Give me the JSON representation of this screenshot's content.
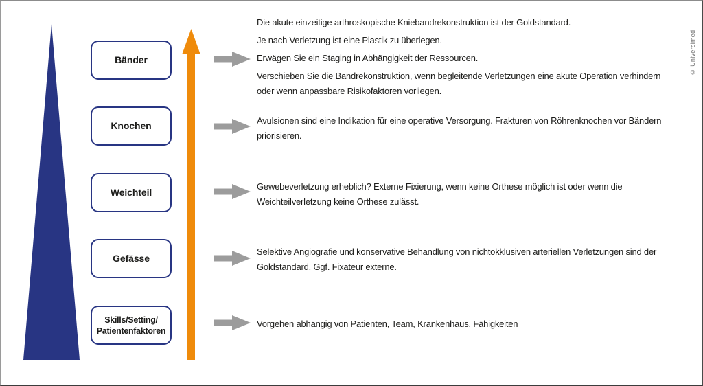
{
  "copyright_label": "© Universimed",
  "colors": {
    "navy": "#283583",
    "orange": "#EF8B0B",
    "arrow_gray": "#9C9C9C",
    "text": "#1D1D1B",
    "frame_gray": "#8C8C8C",
    "frame_dark": "#3C3C3C"
  },
  "rows": [
    {
      "id": "baender",
      "label_lines": [
        "Bänder"
      ],
      "paragraphs": [
        [
          "Die akute einzeitige arthroskopische Kniebandrekonstruktion ist der Goldstandard."
        ],
        [
          "Je nach Verletzung ist eine Plastik zu überlegen."
        ],
        [
          "Erwägen Sie ein Staging in Abhängigkeit der Ressourcen."
        ],
        [
          "Verschieben Sie die Bandrekonstruktion, wenn begleitende Verletzungen eine akute Operation verhindern",
          "oder wenn anpassbare Risikofaktoren vorliegen."
        ]
      ]
    },
    {
      "id": "knochen",
      "label_lines": [
        "Knochen"
      ],
      "paragraphs": [
        [
          "Avulsionen sind eine Indikation für eine operative Versorgung. Frakturen von Röhrenknochen vor Bändern",
          "priorisieren."
        ]
      ]
    },
    {
      "id": "weichteil",
      "label_lines": [
        "Weichteil"
      ],
      "paragraphs": [
        [
          "Gewebeverletzung erheblich? Externe Fixierung, wenn keine Orthese möglich ist oder wenn die",
          "Weichteilverletzung keine Orthese zulässt."
        ]
      ]
    },
    {
      "id": "gefaesse",
      "label_lines": [
        "Gefässe"
      ],
      "paragraphs": [
        [
          "Selektive Angiografie und konservative Behandlung von nichtokklusiven arteriellen Verletzungen sind der",
          "Goldstandard. Ggf. Fixateur externe."
        ]
      ]
    },
    {
      "id": "skills",
      "label_lines": [
        "Skills/Setting/",
        "Patientenfaktoren"
      ],
      "paragraphs": [
        [
          "Vorgehen abhängig von Patienten, Team, Krankenhaus, Fähigkeiten"
        ]
      ]
    }
  ]
}
